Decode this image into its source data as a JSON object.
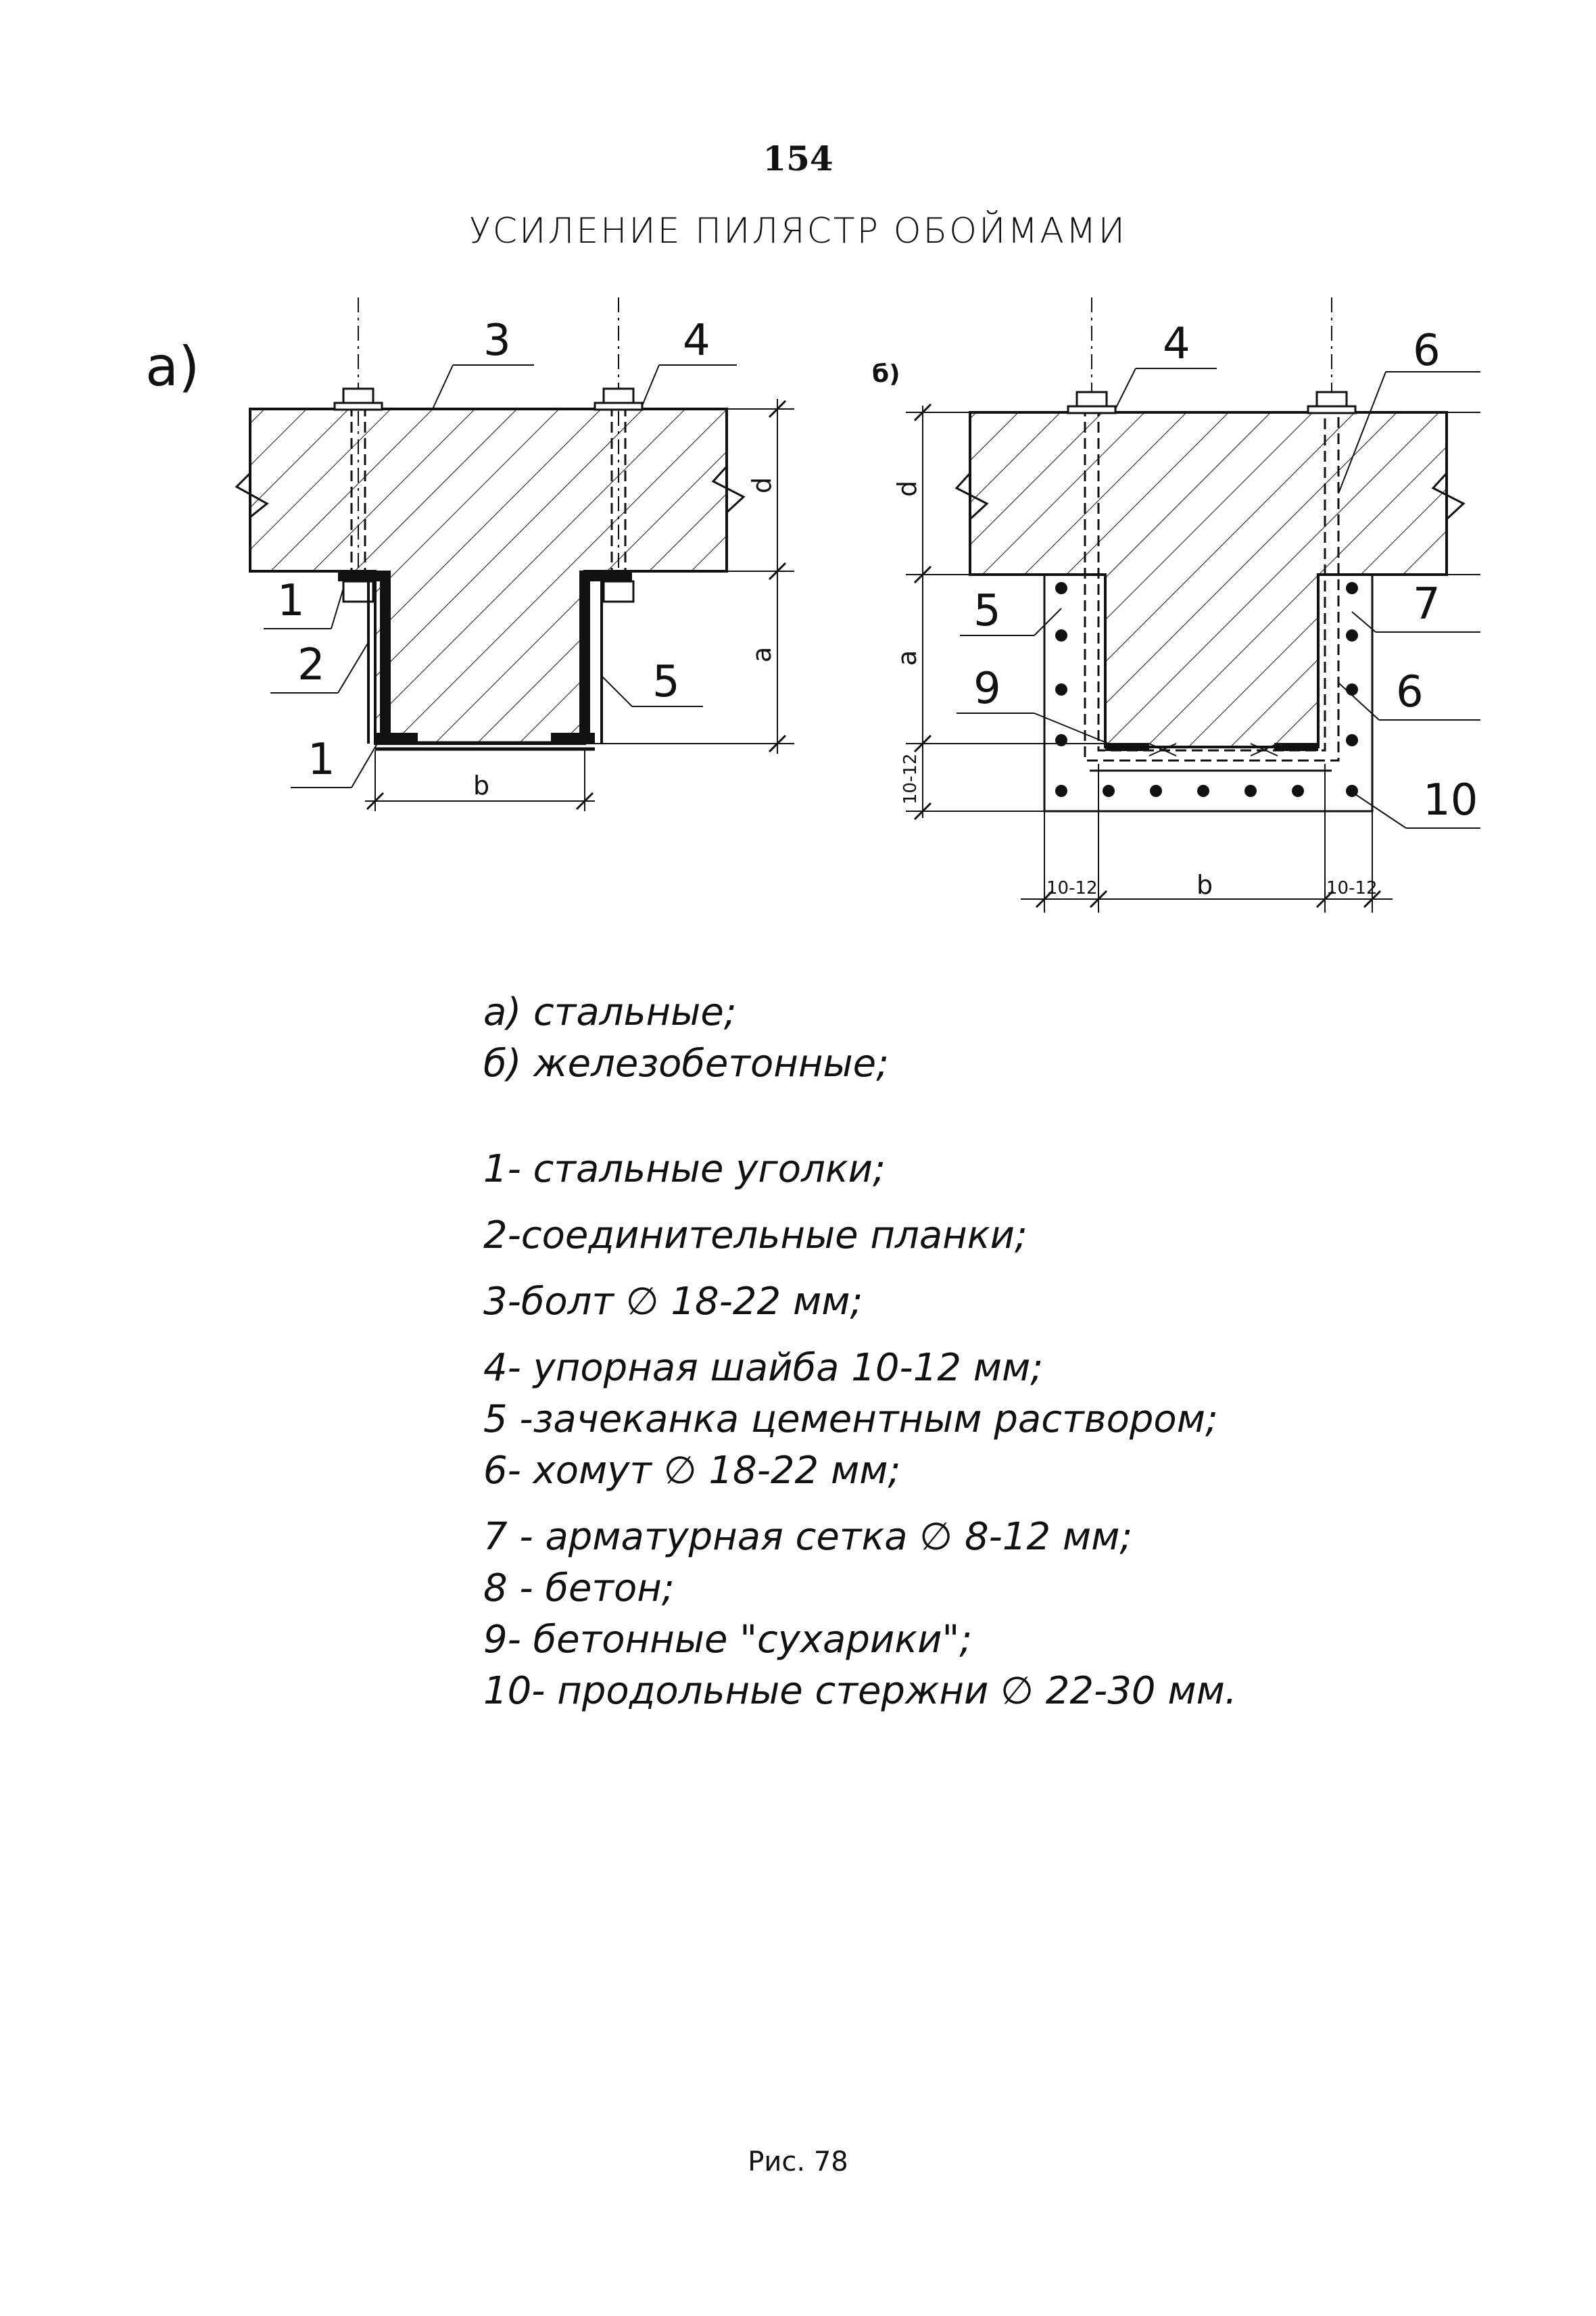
{
  "page_number": "154",
  "title": "УСИЛЕНИЕ ПИЛЯСТР ОБОЙМАМИ",
  "figure_a": {
    "panel_label": "а)",
    "callouts": [
      "3",
      "4",
      "1",
      "2",
      "5",
      "1"
    ],
    "dims": {
      "d": "d",
      "a": "a",
      "b": "b"
    }
  },
  "figure_b": {
    "panel_label": "б)",
    "callouts": [
      "4",
      "6",
      "5",
      "7",
      "9",
      "6",
      "10"
    ],
    "dims": {
      "d": "d",
      "a": "a",
      "b": "b",
      "cover_v": "10-12",
      "cover_left": "10-12",
      "cover_right": "10-12"
    }
  },
  "legend": {
    "variants": [
      "а) стальные;",
      "б) железобетонные;"
    ],
    "items": [
      "1- стальные уголки;",
      "2-соединительные планки;",
      "3-болт ∅ 18-22 мм;",
      "4- упорная шайба 10-12 мм;",
      "5 -зачеканка цементным раствором;",
      "6- хомут ∅ 18-22 мм;",
      "7 - арматурная сетка ∅ 8-12 мм;",
      "8 - бетон;",
      "9- бетонные \"сухарики\";",
      "10- продольные стержни ∅ 22-30 мм."
    ]
  },
  "caption": "Рис. 78"
}
